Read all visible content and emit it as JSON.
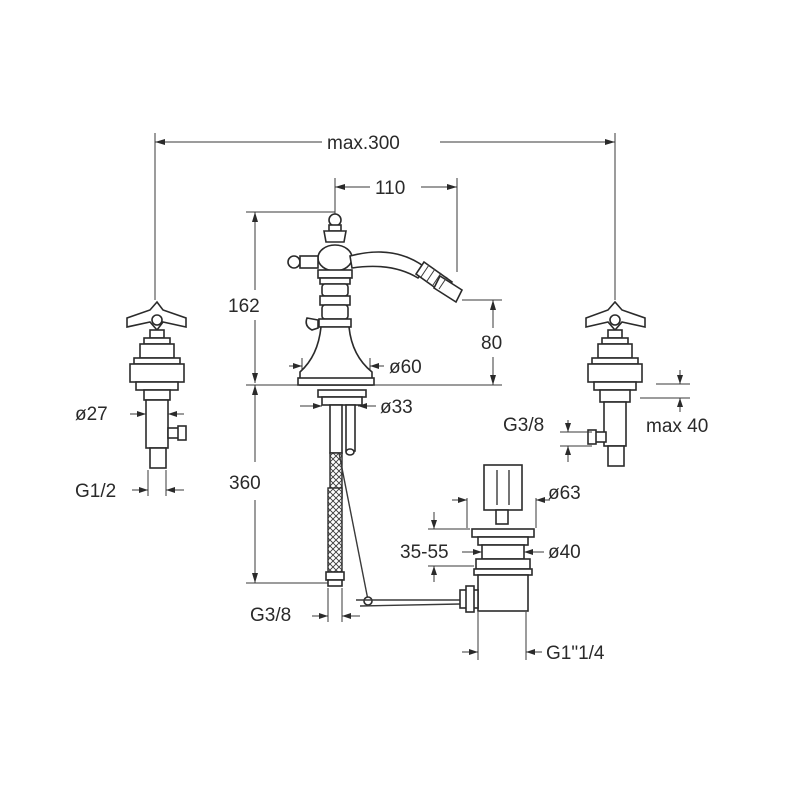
{
  "dimensions": {
    "max_width": "max.300",
    "spout_reach": "110",
    "height_tap": "162",
    "spout_height": "80",
    "base_diameter": "ø60",
    "shank_diameter": "ø33",
    "valve_diameter": "ø27",
    "inlet_thread_left": "G1/2",
    "under_height": "360",
    "hose_thread": "G3/8",
    "valve_thread_right": "G3/8",
    "max_thickness": "max 40",
    "waste_diameter": "ø63",
    "waste_thickness": "35-55",
    "waste_inner_diameter": "ø40",
    "waste_thread": "G1\"1/4"
  }
}
